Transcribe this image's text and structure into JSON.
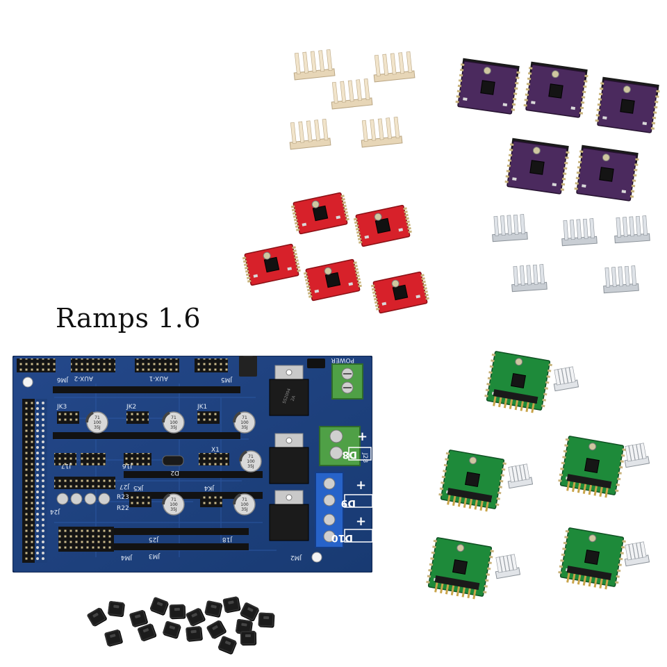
{
  "product": {
    "title": "Ramps 1.6"
  },
  "board": {
    "colors": {
      "pcb": "#1d3f7a",
      "pcb_dark": "#13305f",
      "header": "#151515",
      "terminal_green": "#4fa046",
      "terminal_blue": "#2763c9"
    },
    "silkscreen": {
      "aux2": "AUX-2",
      "aux1": "AUX-1",
      "jm6": "JM6",
      "jm5": "JM5",
      "power": "POWER",
      "x1": "X1",
      "j17": "J17",
      "j16": "J16",
      "d2": "D2",
      "j24": "J24",
      "j25": "J25",
      "j18": "J18",
      "jm4": "JM4",
      "jm3": "JM3",
      "jm2": "JM2",
      "jk1": "JK1",
      "jk2": "JK2",
      "jk3": "JK3",
      "jk4": "JK4",
      "jk5": "JK5",
      "j27": "J27",
      "j28": "J28",
      "r22": "R22",
      "r23": "R23",
      "d8": "D8",
      "d9": "D9",
      "d10": "D10",
      "plus": "+",
      "cap": [
        "71",
        "100",
        "35J"
      ],
      "reg": [
        "SS2004",
        "2A"
      ]
    }
  },
  "parts": {
    "gold_heatsinks": 5,
    "purple_drivers": 5,
    "silver_heatsinks": 5,
    "red_drivers": 5,
    "green_drivers": 5,
    "jumpers": 18
  }
}
